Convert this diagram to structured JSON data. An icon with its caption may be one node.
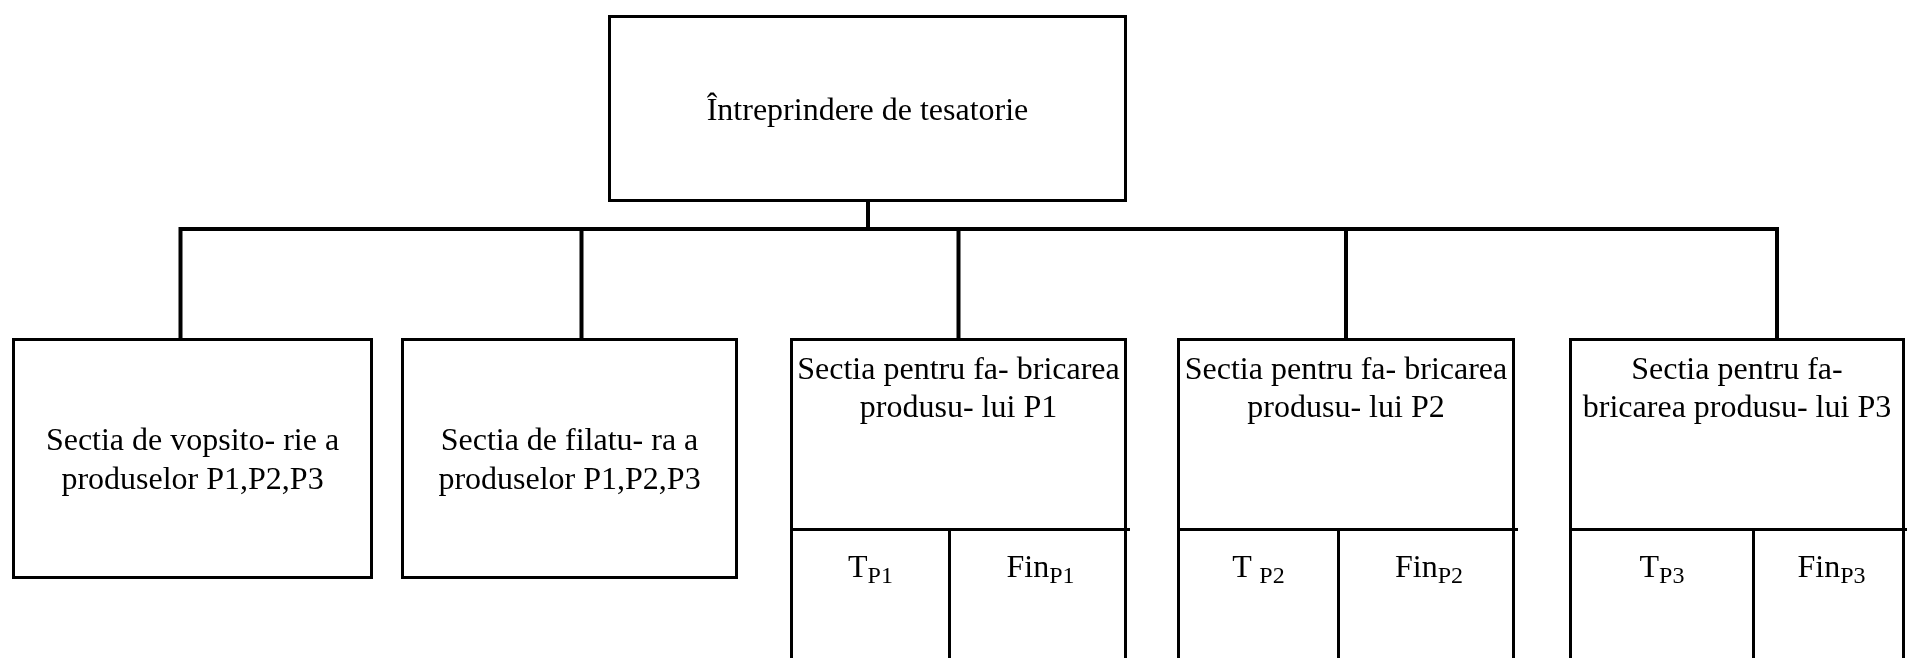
{
  "diagram": {
    "nodes": [
      {
        "text": [
          "Întreprindere de tesatorie"
        ]
      },
      {
        "text": [
          "Sectia de vopsito- rie a produselor P1,P2,P3"
        ]
      },
      {
        "text": [
          "Sectia de filatu- ra a produselor P1,P2,P3"
        ]
      },
      {
        "text": [
          "Sectia pentru fa- bricarea produsu- lui P1"
        ]
      },
      {
        "text": [
          "T$_{P1}$"
        ],
        "in": 3
      },
      {
        "text": [
          "Fin$_{P1}$"
        ],
        "in": 3
      },
      {
        "text": [
          "Sectia pentru fa- bricarea produsu- lui P2"
        ]
      },
      {
        "text": [
          "T $_{P2}$"
        ],
        "in": 6
      },
      {
        "text": [
          "Fin$_{P2}$"
        ],
        "in": 6
      },
      {
        "text": [
          "Sectia pentru fa- bricarea produsu- lui P3"
        ]
      },
      {
        "text": [
          "T$_{P3}$"
        ],
        "in": 9
      },
      {
        "text": [
          "Fin$_{P3}$"
        ],
        "in": 9
      }
    ],
    "edges": [
      {
        "from": 0,
        "to": 1,
        "arrow": "none"
      },
      {
        "from": 0,
        "to": 2,
        "arrow": "none"
      },
      {
        "from": 0,
        "to": 3,
        "arrow": "none"
      },
      {
        "from": 0,
        "to": 6,
        "arrow": "none"
      },
      {
        "from": 0,
        "to": 9,
        "arrow": "none"
      }
    ]
  }
}
